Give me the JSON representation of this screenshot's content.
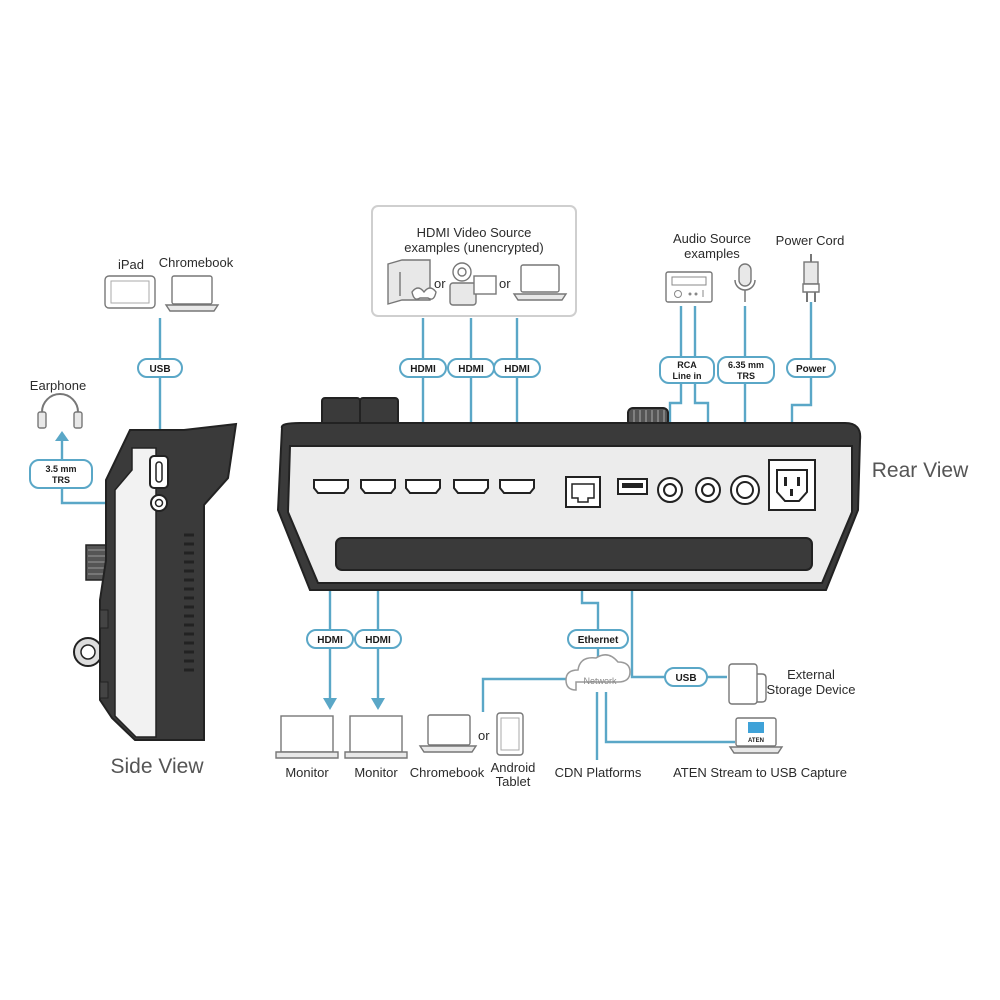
{
  "colors": {
    "wire": "#5aa7c7",
    "device_dark": "#333333",
    "device_panel": "#ececec",
    "icon_grey": "#8a8a8a",
    "aten_blue": "#3fa2d8"
  },
  "views": {
    "side": "Side View",
    "rear": "Rear View"
  },
  "sources": {
    "title_line1": "HDMI Video Source",
    "title_line2": "examples (unencrypted)",
    "or1": "or",
    "or2": "or"
  },
  "audio": {
    "title_line1": "Audio Source",
    "title_line2": "examples"
  },
  "power": {
    "title": "Power Cord"
  },
  "side_devices": {
    "ipad": "iPad",
    "chromebook": "Chromebook",
    "earphone": "Earphone"
  },
  "tags": {
    "usb_top": "USB",
    "trs35_line1": "3.5 mm",
    "trs35_line2": "TRS",
    "hdmi_in1": "HDMI",
    "hdmi_in2": "HDMI",
    "hdmi_in3": "HDMI",
    "rca_line1": "RCA",
    "rca_line2": "Line in",
    "trs635_line1": "6.35 mm",
    "trs635_line2": "TRS",
    "power": "Power",
    "hdmi_out1": "HDMI",
    "hdmi_out2": "HDMI",
    "ethernet": "Ethernet",
    "usb_bottom": "USB"
  },
  "network": {
    "cloud": "Network"
  },
  "outputs": {
    "monitor1": "Monitor",
    "monitor2": "Monitor",
    "chromebook": "Chromebook",
    "or": "or",
    "android_line1": "Android",
    "android_line2": "Tablet",
    "cdn": "CDN Platforms",
    "capture": "ATEN Stream to USB Capture",
    "capture_logo": "ATEN",
    "storage_line1": "External",
    "storage_line2": "Storage Device"
  },
  "icons": [
    "tablet-icon",
    "laptop-icon",
    "headphones-icon",
    "game-console-icon",
    "camcorder-icon",
    "radio-icon",
    "microphone-icon",
    "power-plug-icon",
    "monitor-icon",
    "cloud-icon",
    "usb-drive-icon"
  ]
}
